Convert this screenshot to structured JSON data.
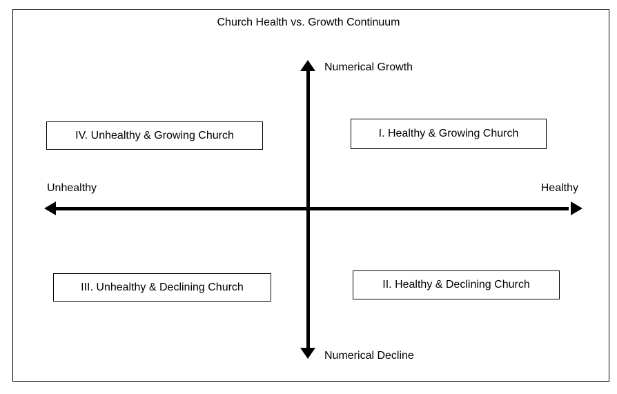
{
  "diagram": {
    "title": "Church Health vs. Growth Continuum",
    "axes": {
      "top_label": "Numerical Growth",
      "bottom_label": "Numerical Decline",
      "left_label": "Unhealthy",
      "right_label": "Healthy"
    },
    "quadrants": [
      {
        "id": "I",
        "position": "top-right",
        "label": "I. Healthy & Growing Church"
      },
      {
        "id": "II",
        "position": "bottom-right",
        "label": "II. Healthy & Declining Church"
      },
      {
        "id": "III",
        "position": "bottom-left",
        "label": "III. Unhealthy & Declining Church"
      },
      {
        "id": "IV",
        "position": "top-left",
        "label": "IV. Unhealthy & Growing Church"
      }
    ],
    "colors": {
      "line": "#000000",
      "text": "#000000",
      "background": "#ffffff"
    }
  }
}
